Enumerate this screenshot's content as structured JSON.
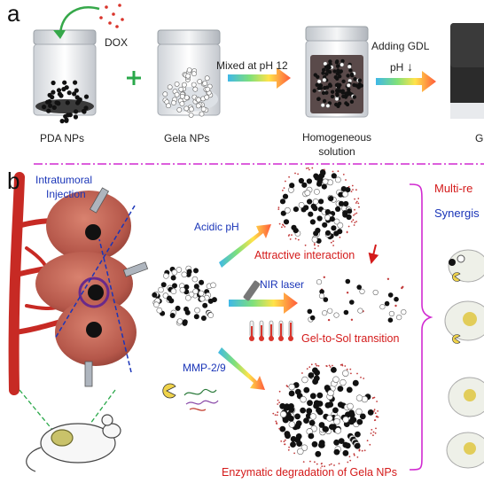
{
  "panel_a": {
    "letter": "a",
    "dox": "DOX",
    "mixed": "Mixed at pH 12",
    "adding": "Adding GDL",
    "ph": "pH",
    "ph_arrow": "↓",
    "pda": "PDA NPs",
    "gela": "Gela NPs",
    "homo_1": "Homogeneous",
    "homo_2": "solution",
    "cut": "G"
  },
  "panel_b": {
    "letter": "b",
    "intra_1": "Intratumoral",
    "intra_2": "Injection",
    "acidic": "Acidic pH",
    "attractive": "Attractive interaction",
    "nir": "NIR laser",
    "gelsol": "Gel-to-Sol transition",
    "mmp": "MMP-2/9",
    "enzymatic": "Enzymatic degradation of Gela NPs",
    "multi": "Multi-re",
    "synergis": "Synergis"
  },
  "colors": {
    "divider": "#d12ad1",
    "label_blue": "#1a35b8",
    "label_red": "#d41a1a",
    "cross": "#2aa84a"
  }
}
